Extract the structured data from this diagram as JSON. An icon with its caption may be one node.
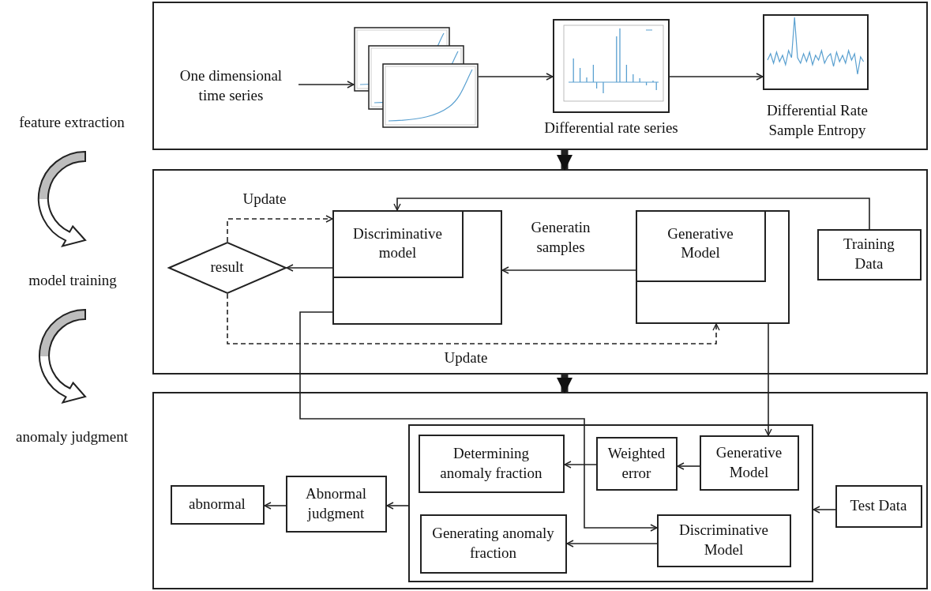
{
  "diagram": {
    "nodes": [
      {
        "text": [],
        "shape": "box"
      },
      {
        "text": [
          "One dimensional time series"
        ],
        "in": 0
      },
      {
        "text": [],
        "shape": "picture",
        "in": 0
      },
      {
        "text": [],
        "shape": "picture",
        "in": 0,
        "beside": [
          "Differential rate series"
        ]
      },
      {
        "text": [],
        "shape": "picture",
        "in": 0,
        "beside": [
          "Differential Rate Sample Entropy"
        ]
      },
      {
        "text": [],
        "shape": "box"
      },
      {
        "text": [
          "result"
        ],
        "in": 5
      },
      {
        "text": [],
        "shape": "box",
        "in": 5
      },
      {
        "text": [
          "Discriminative model"
        ],
        "in": 7
      },
      {
        "text": [],
        "shape": "box",
        "in": 5
      },
      {
        "text": [
          "Generative Model"
        ],
        "in": 9
      },
      {
        "text": [
          "Training Data"
        ],
        "in": 5
      },
      {
        "text": [],
        "shape": "box"
      },
      {
        "text": [],
        "shape": "box",
        "in": 12
      },
      {
        "text": [
          "Determining anomaly fraction"
        ],
        "in": 13
      },
      {
        "text": [
          "Weighted error"
        ],
        "in": 13
      },
      {
        "text": [
          "Generative Model"
        ],
        "in": 13
      },
      {
        "text": [
          "Generating anomaly fraction"
        ],
        "in": 13
      },
      {
        "text": [
          "Discriminative Model"
        ],
        "in": 13
      },
      {
        "text": [
          "Abnormal judgment"
        ],
        "in": 12
      },
      {
        "text": [
          "abnormal"
        ],
        "in": 12
      },
      {
        "text": [
          "Test Data"
        ],
        "in": 12
      },
      {
        "text": [
          "feature extraction"
        ]
      },
      {
        "text": [
          "model training"
        ]
      },
      {
        "text": [
          "anomaly judgment"
        ]
      }
    ],
    "edges": [
      {
        "from": 1,
        "to": 2,
        "arrow": "to"
      },
      {
        "from": 2,
        "to": 3,
        "arrow": "to"
      },
      {
        "from": 3,
        "to": 4,
        "arrow": "to"
      },
      {
        "from": 0,
        "to": 5,
        "arrow": "to",
        "style": "thick"
      },
      {
        "from": 5,
        "to": 12,
        "arrow": "to",
        "style": "thick"
      },
      {
        "from": 11,
        "to": 8,
        "arrow": "to"
      },
      {
        "from": 9,
        "to": 7,
        "arrow": "to",
        "label": "Generatin samples"
      },
      {
        "from": 7,
        "to": 6,
        "arrow": "to"
      },
      {
        "from": 6,
        "to": 8,
        "arrow": "to",
        "style": "dashed",
        "label": "Update"
      },
      {
        "from": 6,
        "to": 9,
        "arrow": "to",
        "style": "dashed",
        "label": "Update"
      },
      {
        "from": 7,
        "to": 18,
        "arrow": "to"
      },
      {
        "from": 9,
        "to": 16,
        "arrow": "to"
      },
      {
        "from": 16,
        "to": 15,
        "arrow": "to"
      },
      {
        "from": 15,
        "to": 14,
        "arrow": "to"
      },
      {
        "from": 18,
        "to": 17,
        "arrow": "to"
      },
      {
        "from": 13,
        "to": 19,
        "arrow": "to"
      },
      {
        "from": 19,
        "to": 20,
        "arrow": "to"
      },
      {
        "from": 21,
        "to": 13,
        "arrow": "to"
      },
      {
        "from": 22,
        "to": 23,
        "arrow": "to",
        "style": "thick"
      },
      {
        "from": 23,
        "to": 24,
        "arrow": "to",
        "style": "thick"
      }
    ]
  }
}
